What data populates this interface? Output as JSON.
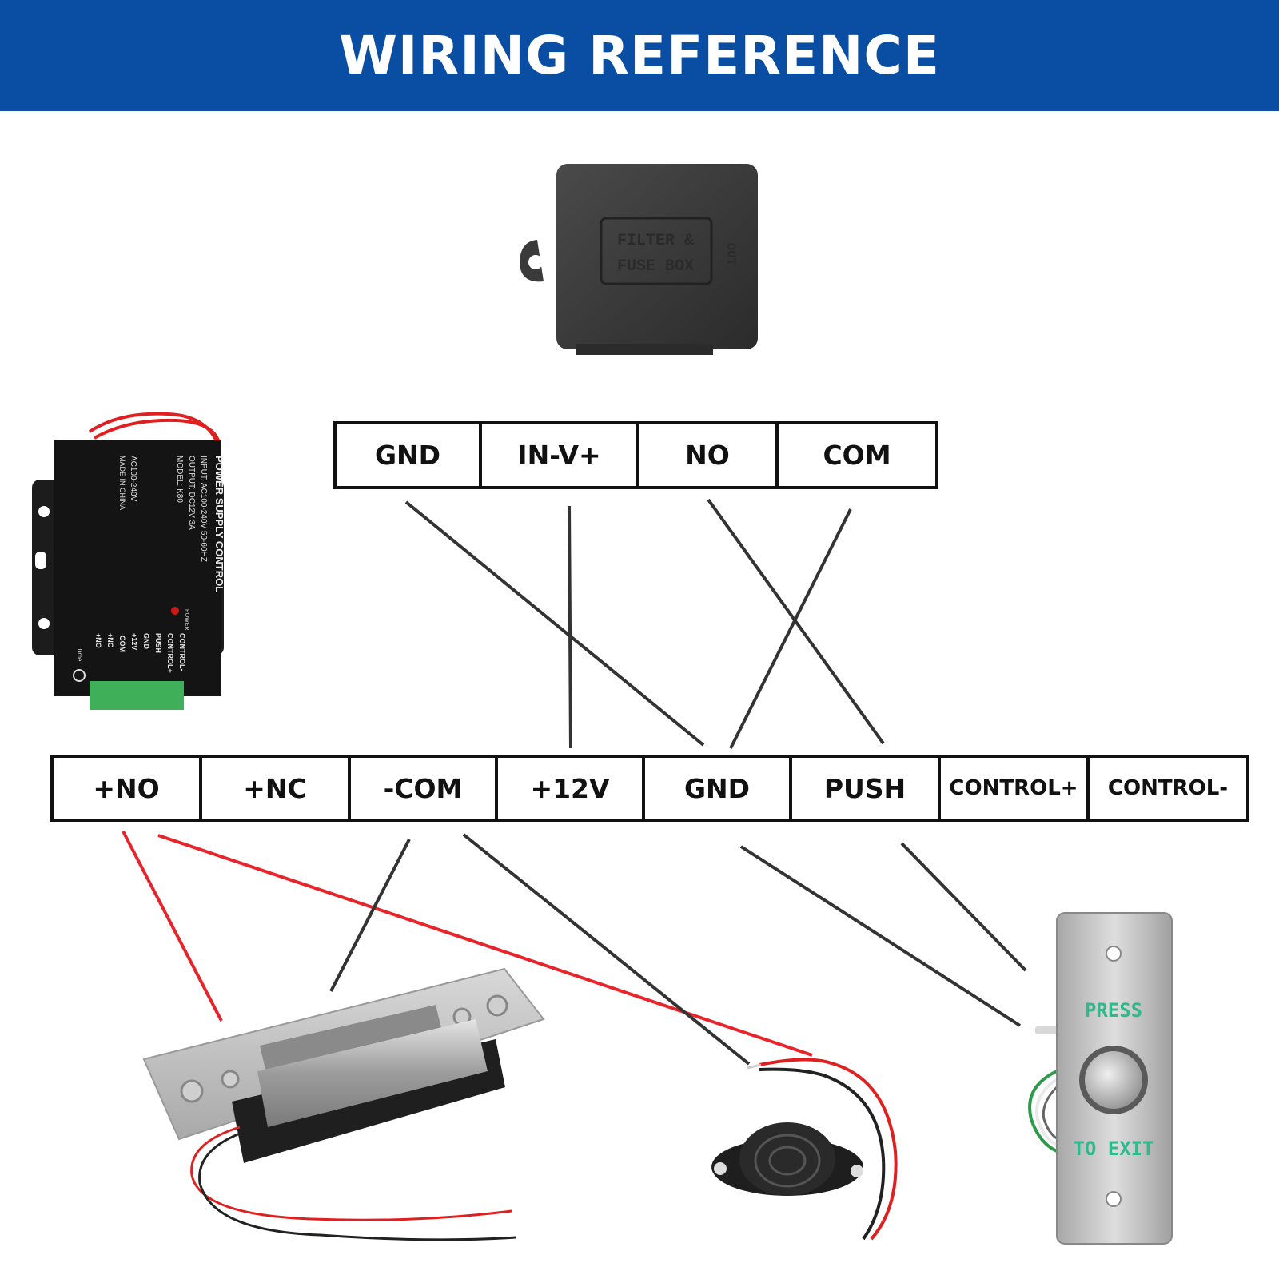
{
  "header": {
    "title": "WIRING REFERENCE"
  },
  "filter_box": {
    "label_line1": "FILTER &",
    "label_line2": "FUSE BOX",
    "side_label": "OUT"
  },
  "power_supply": {
    "title": "POWER SUPPLY CONTROL",
    "input": "INPUT: AC100-240V 50-60HZ",
    "output": "OUTPUT: DC12V 3A",
    "model": "MODEL: K80",
    "voltage": "AC100-240V",
    "origin": "MADE IN CHINA",
    "power_led": "POWER",
    "time_label": "Time",
    "terminals": [
      "CONTROL-",
      "CONTROL+",
      "PUSH",
      "GND",
      "+12V",
      "-COM",
      "+NC",
      "+NO"
    ]
  },
  "filter_terminals": [
    "GND",
    "IN-V+",
    "NO",
    "COM"
  ],
  "controller_terminals": [
    "+NO",
    "+NC",
    "-COM",
    "+12V",
    "GND",
    "PUSH",
    "CONTROL+",
    "CONTROL-"
  ],
  "exit_button": {
    "press": "PRESS",
    "to_exit": "TO EXIT"
  },
  "colors": {
    "header": "#0a4ea3",
    "wire_black": "#333333",
    "wire_red": "#e8232a",
    "button_text": "#2fb98c"
  }
}
